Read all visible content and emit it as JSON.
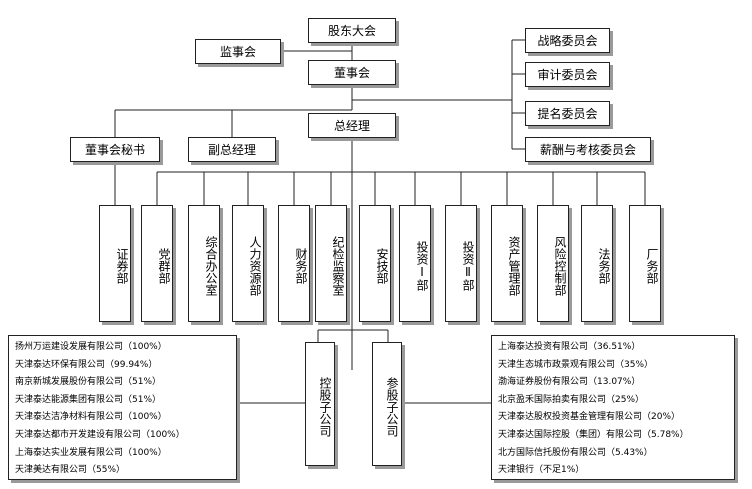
{
  "top": {
    "shareholders_meeting": "股东大会",
    "supervisory_board": "监事会",
    "board_of_directors": "董事会",
    "general_manager": "总经理",
    "board_secretary": "董事会秘书",
    "deputy_general_manager": "副总经理"
  },
  "committees": [
    "战略委员会",
    "审计委员会",
    "提名委员会",
    "薪酬与考核委员会"
  ],
  "departments": [
    "证券部",
    "党群部",
    "综合办公室",
    "人力资源部",
    "财务部",
    "纪检监察室",
    "安技部",
    "投资Ⅰ部",
    "投资Ⅱ部",
    "资产管理部",
    "风险控制部",
    "法务部",
    "厂务部"
  ],
  "holding": {
    "label": "控股子公司",
    "companies": [
      "扬州万运建设发展有限公司（100%）",
      "天津泰达环保有限公司（99.94%）",
      "南京新城发展股份有限公司（51%）",
      "天津泰达能源集团有限公司（51%）",
      "天津泰达洁净材料有限公司（100%）",
      "天津泰达都市开发建设有限公司（100%）",
      "上海泰达实业发展有限公司（100%）",
      "天津美达有限公司（55%）"
    ]
  },
  "participating": {
    "label": "参股子公司",
    "companies": [
      "上海泰达投资有限公司（36.51%）",
      "天津生态城市政景观有限公司（35%）",
      "渤海证券股份有限公司（13.07%）",
      "北京盈禾国际拍卖有限公司（25%）",
      "天津泰达股权投资基金管理有限公司（20%）",
      "天津泰达国际控股（集团）有限公司（5.78%）",
      "北方国际信托股份有限公司（5.43%）",
      "天津银行（不足1%）"
    ]
  }
}
